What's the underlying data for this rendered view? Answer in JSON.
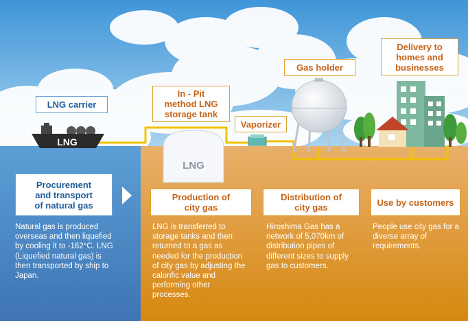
{
  "labels": {
    "lng_carrier": "LNG carrier",
    "inpit_tank": "In - Pit\nmethod LNG\nstorage tank",
    "vaporizer": "Vaporizer",
    "gas_holder": "Gas holder",
    "delivery": "Delivery to\nhomes and\nbusinesses",
    "ship_text": "LNG",
    "tank_text": "LNG"
  },
  "steps": [
    {
      "title": "Procurement\nand transport\nof natural gas",
      "desc": "Natural gas is produced overseas and then liquefied by cooling it to -162°C. LNG (Liquefied natural gas) is then transported by ship to Japan."
    },
    {
      "title": "Production of\ncity gas",
      "desc": "LNG is transferred to storage tanks and then returned to a gas as needed for the production of city gas by adjusting the calorific value and performing other processes."
    },
    {
      "title": "Distribution of\ncity gas",
      "desc": "Hiroshima Gas has a network of 5,070km of distribution pipes of different sizes to supply gas to customers."
    },
    {
      "title": "Use by customers",
      "desc": "People use city gas for a diverse array of requirements."
    }
  ],
  "colors": {
    "pipe": "#f2c200",
    "ground_top": "#e9a95a",
    "ground_bottom": "#d98a12",
    "sea_top": "#5b9fd6",
    "sea_bottom": "#3f74b4"
  }
}
